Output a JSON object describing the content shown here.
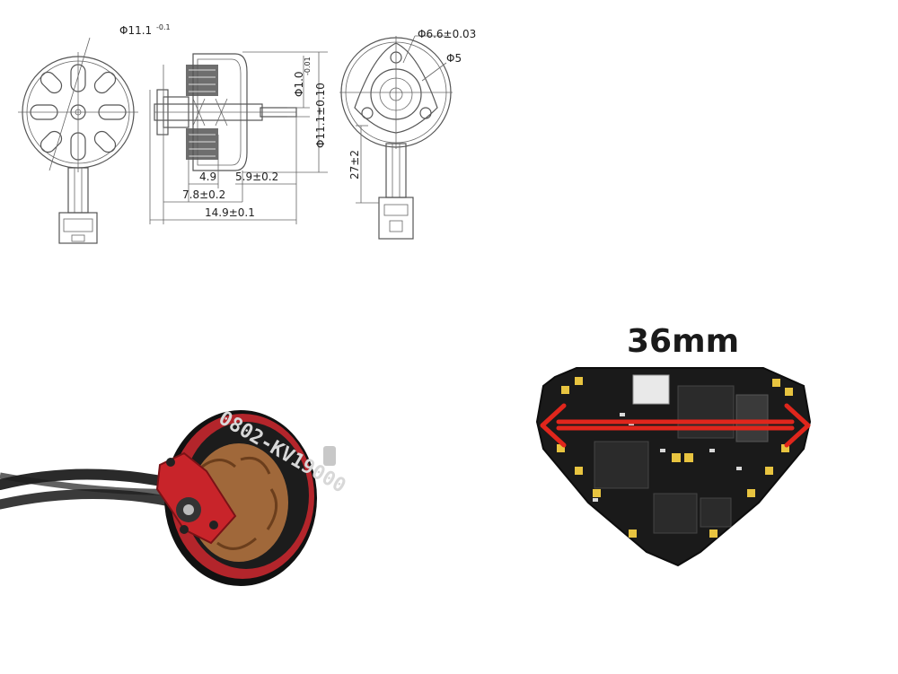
{
  "drawing": {
    "front_diameter": "Φ11.1",
    "front_tolerance": "-0.1",
    "hub_diameter": "Φ6.6±0.03",
    "bore_diameter": "Φ5",
    "shaft_diameter": "Φ1.0",
    "shaft_tolerance": "-0.01",
    "body_diameter": "Φ11.1±0.10",
    "cable_length": "27±2",
    "dim_a": "4.9",
    "dim_b": "5.9±0.2",
    "dim_c": "7.8±0.2",
    "dim_d": "14.9±0.1"
  },
  "motor_photo": {
    "label": "0802-KV19000"
  },
  "board_photo": {
    "width_label": "36mm"
  },
  "colors": {
    "arrow": "#e0261c",
    "motor_red": "#c8242a",
    "board": "#1a1a1a",
    "pad": "#e8c440"
  }
}
